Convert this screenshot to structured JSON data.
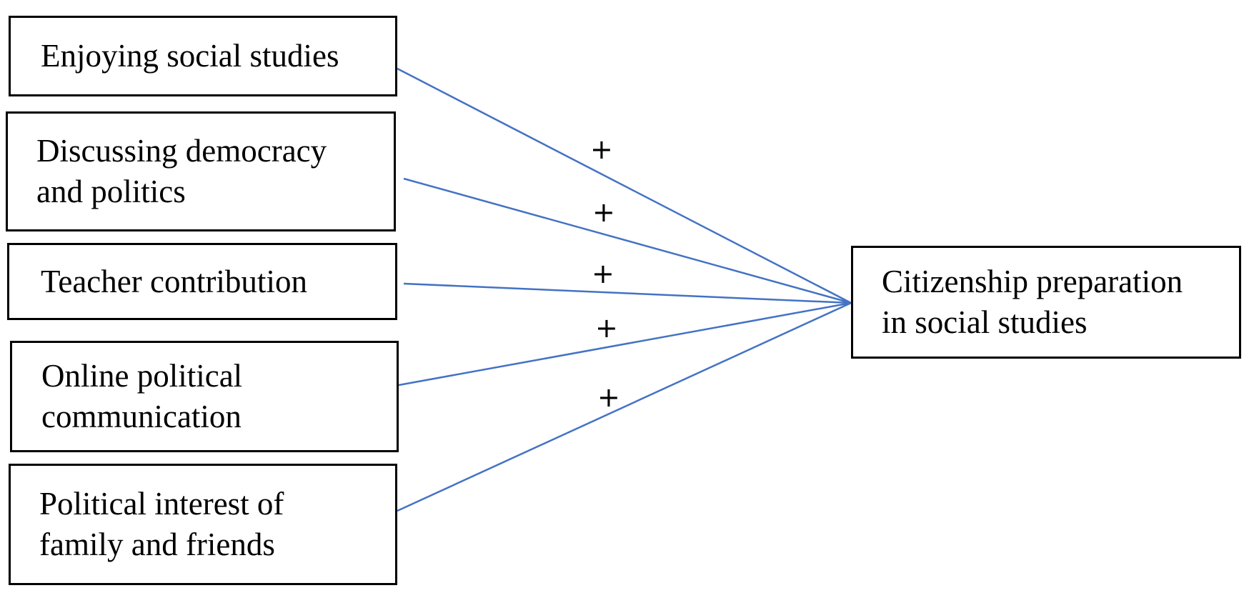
{
  "predictors": [
    {
      "id": "enjoying_social_studies",
      "label": "Enjoying social studies",
      "sign": "+"
    },
    {
      "id": "discussing_democracy_politics",
      "label": "Discussing democracy\nand politics",
      "sign": "+"
    },
    {
      "id": "teacher_contribution",
      "label": "Teacher contribution",
      "sign": "+"
    },
    {
      "id": "online_political_communication",
      "label": "Online political\ncommunication",
      "sign": "+"
    },
    {
      "id": "political_interest_family_friends",
      "label": "Political interest of\nfamily and friends",
      "sign": "+"
    }
  ],
  "outcome": {
    "label": "Citizenship preparation\nin social studies"
  },
  "colors": {
    "connector_line": "#4472c4",
    "box_border": "#000000",
    "text": "#000000",
    "background": "#ffffff"
  }
}
